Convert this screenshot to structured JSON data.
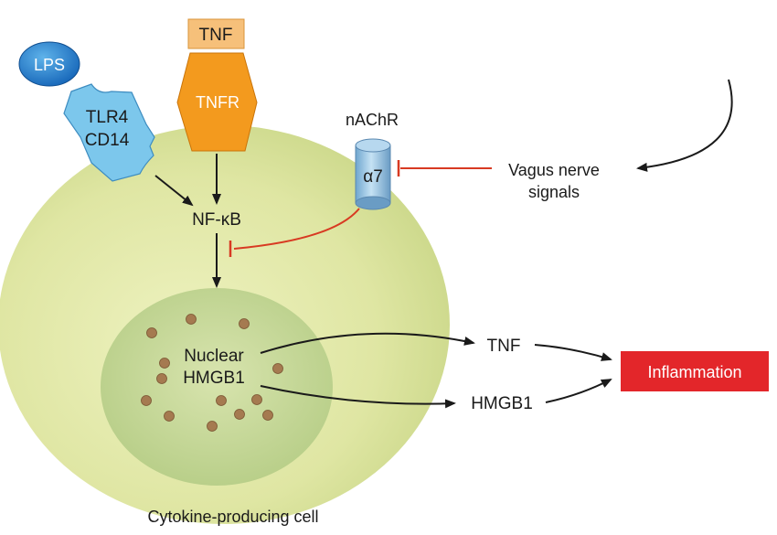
{
  "labels": {
    "lps": "LPS",
    "tlr4": "TLR4",
    "cd14": "CD14",
    "tnf_top": "TNF",
    "tnfr": "TNFR",
    "nachr": "nAChR",
    "alpha7": "α7",
    "nfkb": "NF-κB",
    "nuclear": "Nuclear",
    "hmgb1_nuclear": "HMGB1",
    "vagus_line1": "Vagus nerve",
    "vagus_line2": "signals",
    "tnf_out": "TNF",
    "hmgb1_out": "HMGB1",
    "inflammation": "Inflammation",
    "cell": "Cytokine-producing cell"
  },
  "colors": {
    "cell_fill": "#dfe6a3",
    "nucleus_fill": "#c6d89a",
    "lps_fill": "#1e88d0",
    "receptor_blue": "#7cc7ec",
    "tnf_tag": "#f6c07a",
    "tnfr_orange": "#f39a1e",
    "inhibit_red": "#d83a22",
    "inflammation_red": "#e3262a",
    "granule": "#a57a50"
  }
}
